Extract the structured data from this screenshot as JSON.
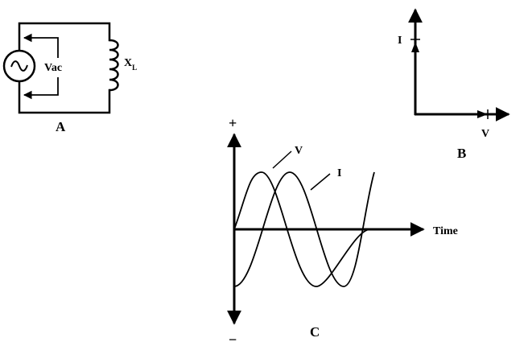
{
  "circuit": {
    "source_label": "Vac",
    "inductor_label": "X",
    "inductor_subscript": "L",
    "panel_label": "A",
    "source_symbol": "~"
  },
  "phasor": {
    "current_label": "I",
    "voltage_label": "V",
    "panel_label": "B"
  },
  "waveform": {
    "plus_label": "+",
    "minus_label": "−",
    "time_label": "Time",
    "voltage_label": "V",
    "current_label": "I",
    "panel_label": "C"
  }
}
